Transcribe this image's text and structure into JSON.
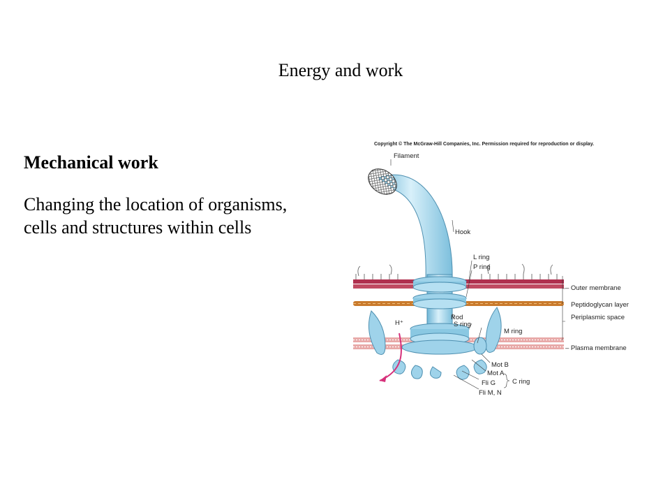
{
  "slide": {
    "title": "Energy and work",
    "heading": "Mechanical work",
    "body": "Changing the location of organisms, cells and structures within cells"
  },
  "figure": {
    "copyright": "Copyright © The McGraw-Hill Companies, Inc. Permission required for reproduction or display.",
    "labels": {
      "filament": "Filament",
      "hook": "Hook",
      "l_ring": "L ring",
      "p_ring": "P ring",
      "outer_membrane": "– Outer membrane",
      "peptidoglycan": "Peptidoglycan layer",
      "periplasmic": "Periplasmic space",
      "rod": "Rod",
      "s_ring": "S ring",
      "m_ring": "M ring",
      "h_plus": "H⁺",
      "plasma_membrane": "– Plasma membrane",
      "mot_b": "Mot B",
      "mot_a": "Mot A",
      "fli_g": "Fli G",
      "fli_mn": "Fli M, N",
      "c_ring": "C ring"
    },
    "colors": {
      "flagellum": "#9fd3ea",
      "outer_membrane": "#b0304f",
      "peptidoglycan": "#c97a2c",
      "plasma_membrane": "#e8a9a8",
      "arrow": "#d6307a"
    }
  }
}
